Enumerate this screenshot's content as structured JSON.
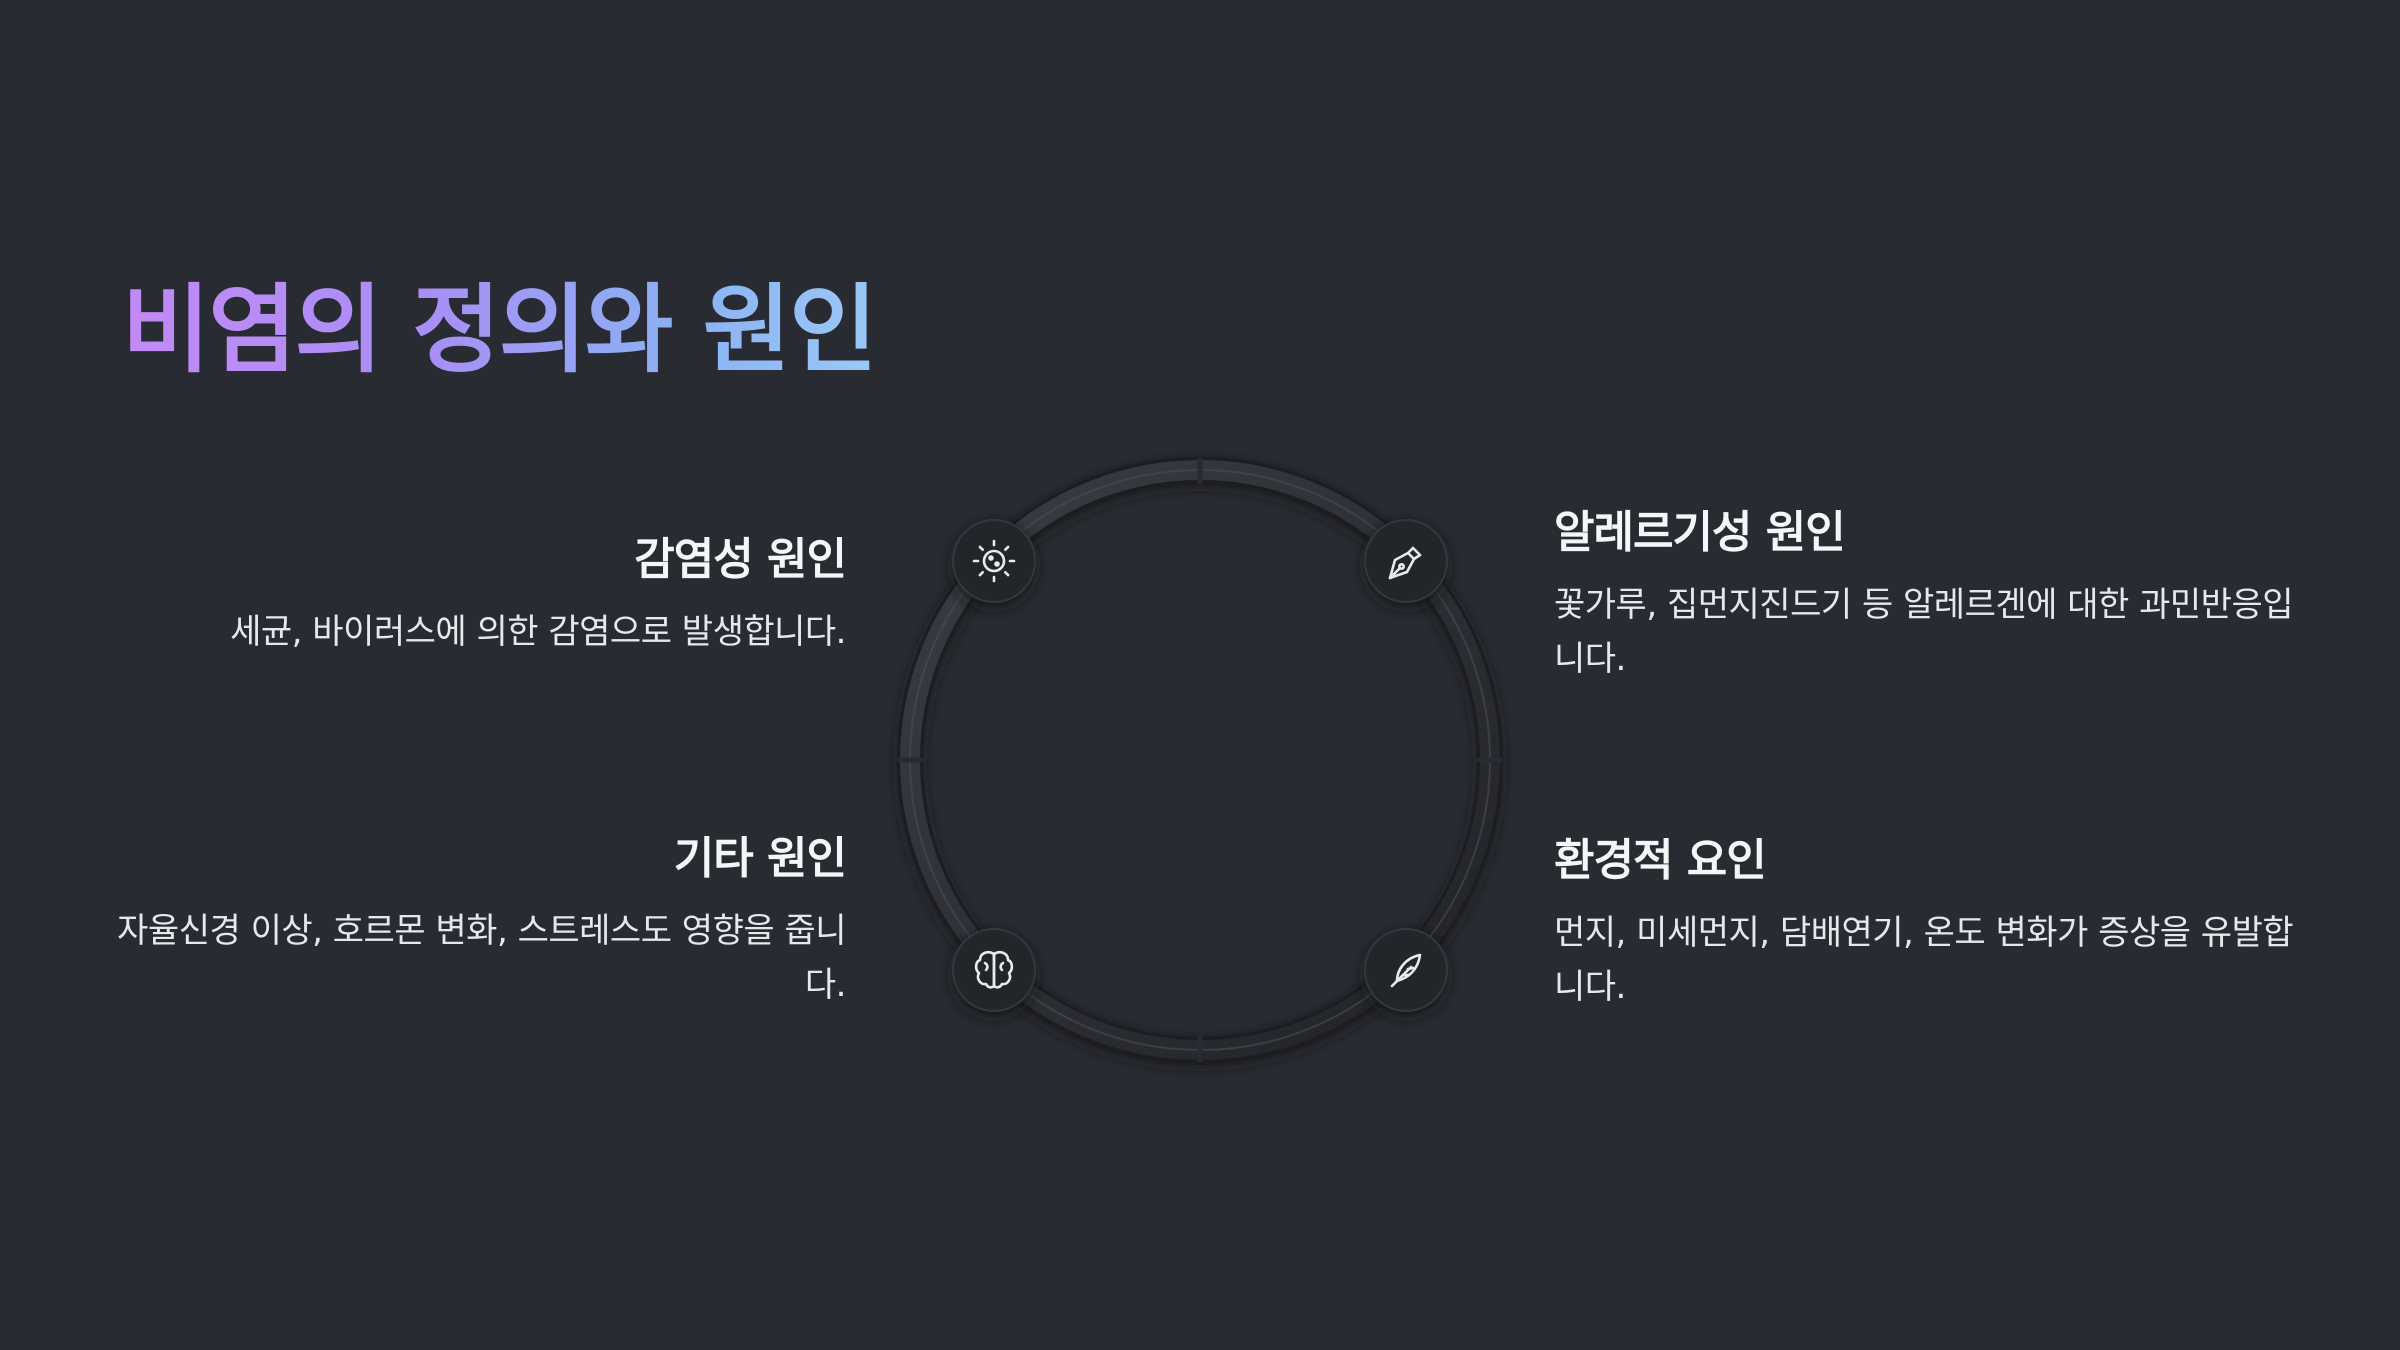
{
  "title": "비염의 정의와 원인",
  "items": [
    {
      "id": "infectious",
      "title": "감염성 원인",
      "desc": "세균, 바이러스에 의한 감염으로 발생합니다.",
      "icon": "virus-icon"
    },
    {
      "id": "allergic",
      "title": "알레르기성 원인",
      "desc": "꽃가루, 집먼지진드기 등 알레르겐에 대한 과민반응입니다.",
      "icon": "pen-nib-icon"
    },
    {
      "id": "other",
      "title": "기타 원인",
      "desc": "자율신경 이상, 호르몬 변화, 스트레스도 영향을 줍니다.",
      "icon": "brain-icon"
    },
    {
      "id": "environmental",
      "title": "환경적 요인",
      "desc": "먼지, 미세먼지, 담배연기, 온도 변화가 증상을 유발합니다.",
      "icon": "feather-pen-icon"
    }
  ],
  "colors": {
    "background": "#282b32",
    "title_gradient_start": "#c38af7",
    "title_gradient_end": "#8ab2f4",
    "text": "#f2f3f5"
  }
}
